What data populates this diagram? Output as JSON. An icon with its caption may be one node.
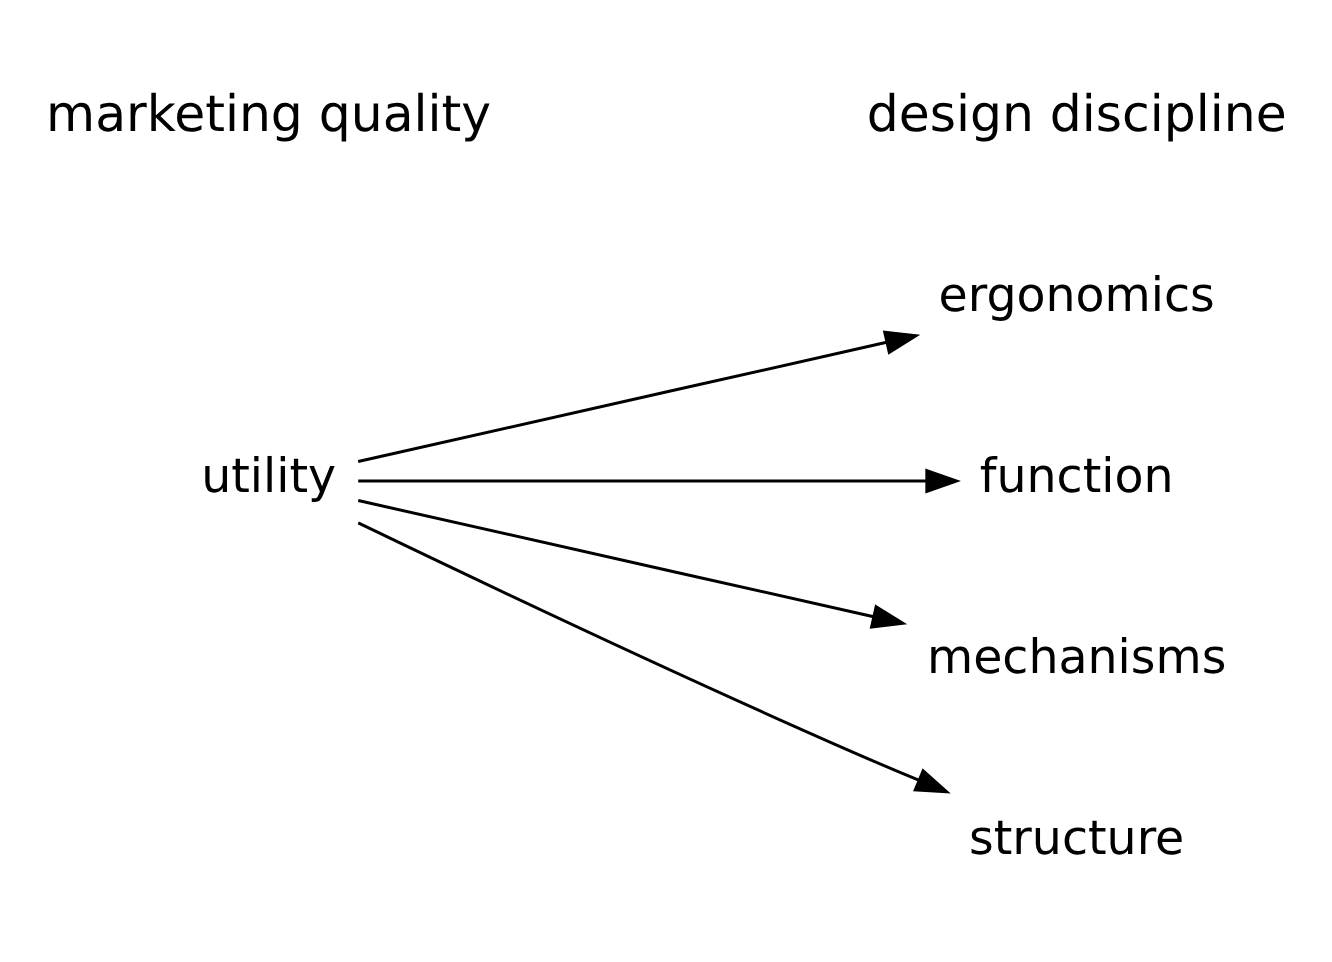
{
  "diagram": {
    "nodes": [
      {
        "text": [
          "utility"
        ]
      },
      {
        "text": [
          "ergonomics"
        ]
      },
      {
        "text": [
          "function"
        ]
      },
      {
        "text": [
          "mechanisms"
        ]
      },
      {
        "text": [
          "structure"
        ]
      }
    ],
    "edges": [
      {
        "from": 0,
        "to": 1,
        "arrow": "to"
      },
      {
        "from": 0,
        "to": 2,
        "arrow": "to"
      },
      {
        "from": 0,
        "to": 3,
        "arrow": "to"
      },
      {
        "from": 0,
        "to": 4,
        "arrow": "to"
      }
    ],
    "labels": [
      "marketing quality",
      "design discipline"
    ]
  }
}
